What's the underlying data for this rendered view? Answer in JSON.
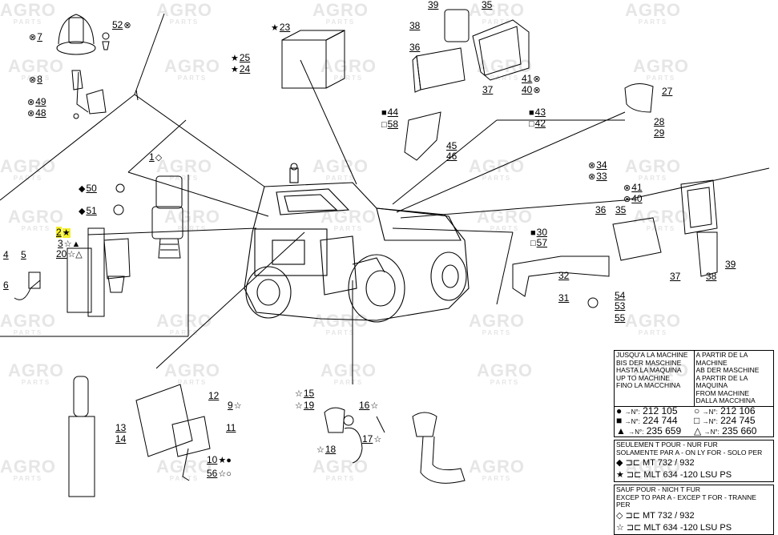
{
  "watermark": {
    "text": "AGRO",
    "sub": "PARTS"
  },
  "callouts": [
    {
      "id": "c1",
      "num": "1",
      "post": "◇"
    },
    {
      "id": "c2",
      "num": "2",
      "post": "★",
      "highlight": true
    },
    {
      "id": "c3",
      "num": "3",
      "post": "☆▲"
    },
    {
      "id": "c4",
      "num": "4"
    },
    {
      "id": "c5",
      "num": "5"
    },
    {
      "id": "c6",
      "num": "6"
    },
    {
      "id": "c7",
      "num": "7",
      "pre": "⊗"
    },
    {
      "id": "c8",
      "num": "8",
      "pre": "⊗"
    },
    {
      "id": "c9",
      "num": "9",
      "post": "☆"
    },
    {
      "id": "c10",
      "num": "10",
      "post": "★●"
    },
    {
      "id": "c11",
      "num": "11"
    },
    {
      "id": "c12",
      "num": "12"
    },
    {
      "id": "c13",
      "num": "13"
    },
    {
      "id": "c14",
      "num": "14"
    },
    {
      "id": "c15",
      "num": "15",
      "pre": "☆"
    },
    {
      "id": "c16",
      "num": "16",
      "post": "☆"
    },
    {
      "id": "c17",
      "num": "17",
      "post": "☆"
    },
    {
      "id": "c18",
      "num": "18",
      "pre": "☆"
    },
    {
      "id": "c19",
      "num": "19",
      "pre": "☆"
    },
    {
      "id": "c20",
      "num": "20",
      "post": "☆△"
    },
    {
      "id": "c23",
      "num": "23",
      "pre": "★"
    },
    {
      "id": "c24",
      "num": "24",
      "pre": "★"
    },
    {
      "id": "c25",
      "num": "25",
      "pre": "★"
    },
    {
      "id": "c27",
      "num": "27"
    },
    {
      "id": "c28",
      "num": "28"
    },
    {
      "id": "c29",
      "num": "29"
    },
    {
      "id": "c30",
      "num": "30",
      "pre": "■"
    },
    {
      "id": "c31",
      "num": "31"
    },
    {
      "id": "c32",
      "num": "32"
    },
    {
      "id": "c33",
      "num": "33",
      "pre": "⊗"
    },
    {
      "id": "c34",
      "num": "34",
      "pre": "⊗"
    },
    {
      "id": "c35a",
      "num": "35"
    },
    {
      "id": "c35b",
      "num": "35"
    },
    {
      "id": "c36a",
      "num": "36"
    },
    {
      "id": "c36b",
      "num": "36"
    },
    {
      "id": "c37a",
      "num": "37"
    },
    {
      "id": "c37b",
      "num": "37"
    },
    {
      "id": "c38a",
      "num": "38"
    },
    {
      "id": "c38b",
      "num": "38"
    },
    {
      "id": "c39a",
      "num": "39"
    },
    {
      "id": "c39b",
      "num": "39"
    },
    {
      "id": "c40a",
      "num": "40",
      "post": "⊗"
    },
    {
      "id": "c40b",
      "num": "40",
      "pre": "⊗"
    },
    {
      "id": "c41a",
      "num": "41",
      "post": "⊗"
    },
    {
      "id": "c41b",
      "num": "41",
      "pre": "⊗"
    },
    {
      "id": "c42",
      "num": "42",
      "pre": "□"
    },
    {
      "id": "c43",
      "num": "43",
      "pre": "■"
    },
    {
      "id": "c44",
      "num": "44",
      "pre": "■"
    },
    {
      "id": "c45",
      "num": "45"
    },
    {
      "id": "c46",
      "num": "46"
    },
    {
      "id": "c48",
      "num": "48",
      "pre": "⊗"
    },
    {
      "id": "c49",
      "num": "49",
      "pre": "⊗"
    },
    {
      "id": "c50",
      "num": "50",
      "pre": "◆"
    },
    {
      "id": "c51",
      "num": "51",
      "pre": "◆"
    },
    {
      "id": "c52",
      "num": "52",
      "post": "⊗"
    },
    {
      "id": "c53",
      "num": "53"
    },
    {
      "id": "c54",
      "num": "54"
    },
    {
      "id": "c55",
      "num": "55"
    },
    {
      "id": "c56",
      "num": "56",
      "post": "☆○"
    },
    {
      "id": "c57",
      "num": "57",
      "pre": "□"
    },
    {
      "id": "c58",
      "num": "58",
      "pre": "□"
    }
  ],
  "legend": {
    "header_left": [
      "JUSQU'A LA MACHINE",
      "BIS DER MASCHINE",
      "HASTA LA MAQUINA",
      "UP TO MACHINE",
      "FINO LA MACCHINA"
    ],
    "header_right": [
      "A PARTIR DE LA MACHINE",
      "AB DER MASCHINE",
      "A PARTIR DE LA MAQUINA",
      "FROM MACHINE",
      "DALLA MACCHINA"
    ],
    "serials": [
      {
        "left_mark": "●",
        "left_value": "212 105",
        "right_mark": "○",
        "right_value": "212 106"
      },
      {
        "left_mark": "■",
        "left_value": "224 744",
        "right_mark": "□",
        "right_value": "224 745"
      },
      {
        "left_mark": "▲",
        "left_value": "235 659",
        "right_mark": "△",
        "right_value": "235 660"
      }
    ],
    "serial_prefix": "→N°:",
    "note1": [
      "SEULEMEN T POUR - NUR FUR",
      "SOLAMENTE PAR A - ON LY FOR - SOLO PER"
    ],
    "models1": [
      {
        "mark": "◆",
        "text": "MT 732 / 932"
      },
      {
        "mark": "★",
        "text": "MLT 634 -120 LSU PS"
      }
    ],
    "note2": [
      "SAUF POUR - NICH T FUR",
      "EXCEP TO PAR A - EXCEP T FOR - TRANNE PER"
    ],
    "models2": [
      {
        "mark": "◇",
        "text": "MT 732 / 932"
      },
      {
        "mark": "☆",
        "text": "MLT 634 -120 LSU PS"
      }
    ]
  }
}
